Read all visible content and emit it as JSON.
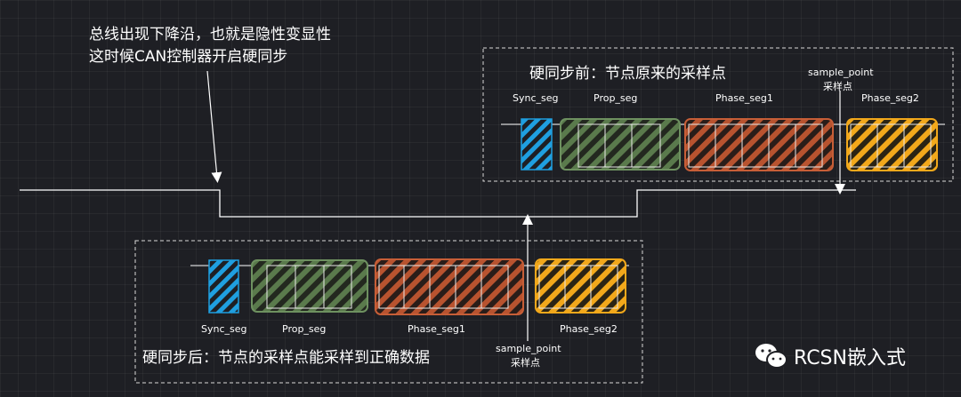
{
  "annotation": {
    "line1": "总线出现下降沿，也就是隐性变显性",
    "line2": "这时候CAN控制器开启硬同步"
  },
  "before_panel": {
    "title": "硬同步前：节点原来的采样点",
    "sample_point_label": "sample_point",
    "sample_point_sub": "采样点",
    "segments": [
      "Sync_seg",
      "Prop_seg",
      "Phase_seg1",
      "Phase_seg2"
    ]
  },
  "after_panel": {
    "title": "硬同步后：节点的采样点能采样到正确数据",
    "sample_point_label": "sample_point",
    "sample_point_sub": "采样点",
    "segments": [
      "Sync_seg",
      "Prop_seg",
      "Phase_seg1",
      "Phase_seg2"
    ]
  },
  "colors": {
    "sync": "#1f9fe0",
    "prop": "#5a7a4c",
    "phase1": "#b8532f",
    "phase2": "#f2a81b"
  },
  "watermark": {
    "brand": "RCSN嵌入式",
    "icon": "wechat-icon"
  }
}
